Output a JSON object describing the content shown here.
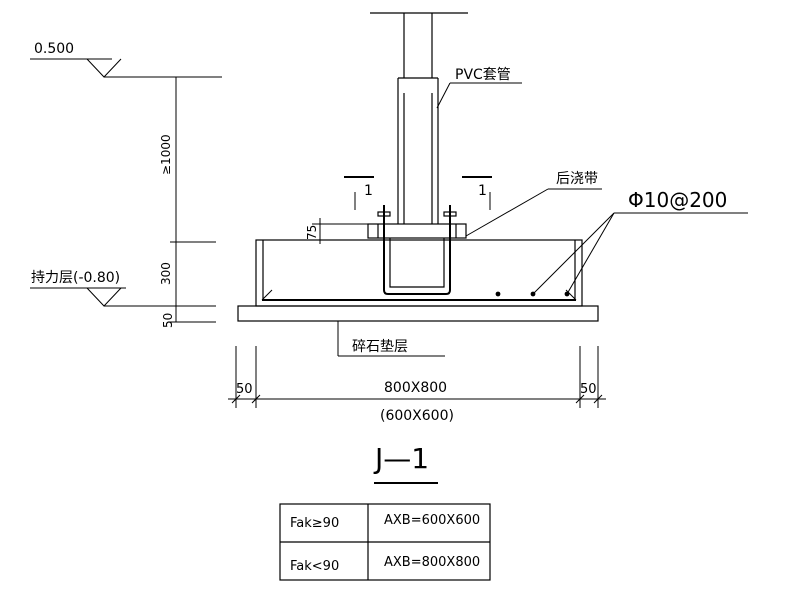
{
  "elevations": {
    "top": "0.500",
    "bearing_layer": "持力层(-0.80)"
  },
  "dimensions_vertical": {
    "embed_depth": "≥1000",
    "footing_height": "300",
    "cushion": "50",
    "plate_offset": "75"
  },
  "callouts": {
    "pvc_sleeve": "PVC套管",
    "post_pour_strip": "后浇带",
    "rebar": "Φ10@200",
    "gravel_cushion": "碎石垫层",
    "section_marker": "1"
  },
  "dimensions_horizontal": {
    "left_margin": "50",
    "width": "800X800",
    "alt_width": "(600X600)",
    "right_margin": "50"
  },
  "title": "J—1",
  "size_table": {
    "rows": [
      {
        "condition": "Fak≥90",
        "size": "AXB=600X600"
      },
      {
        "condition": "Fak<90",
        "size": "AXB=800X800"
      }
    ]
  }
}
